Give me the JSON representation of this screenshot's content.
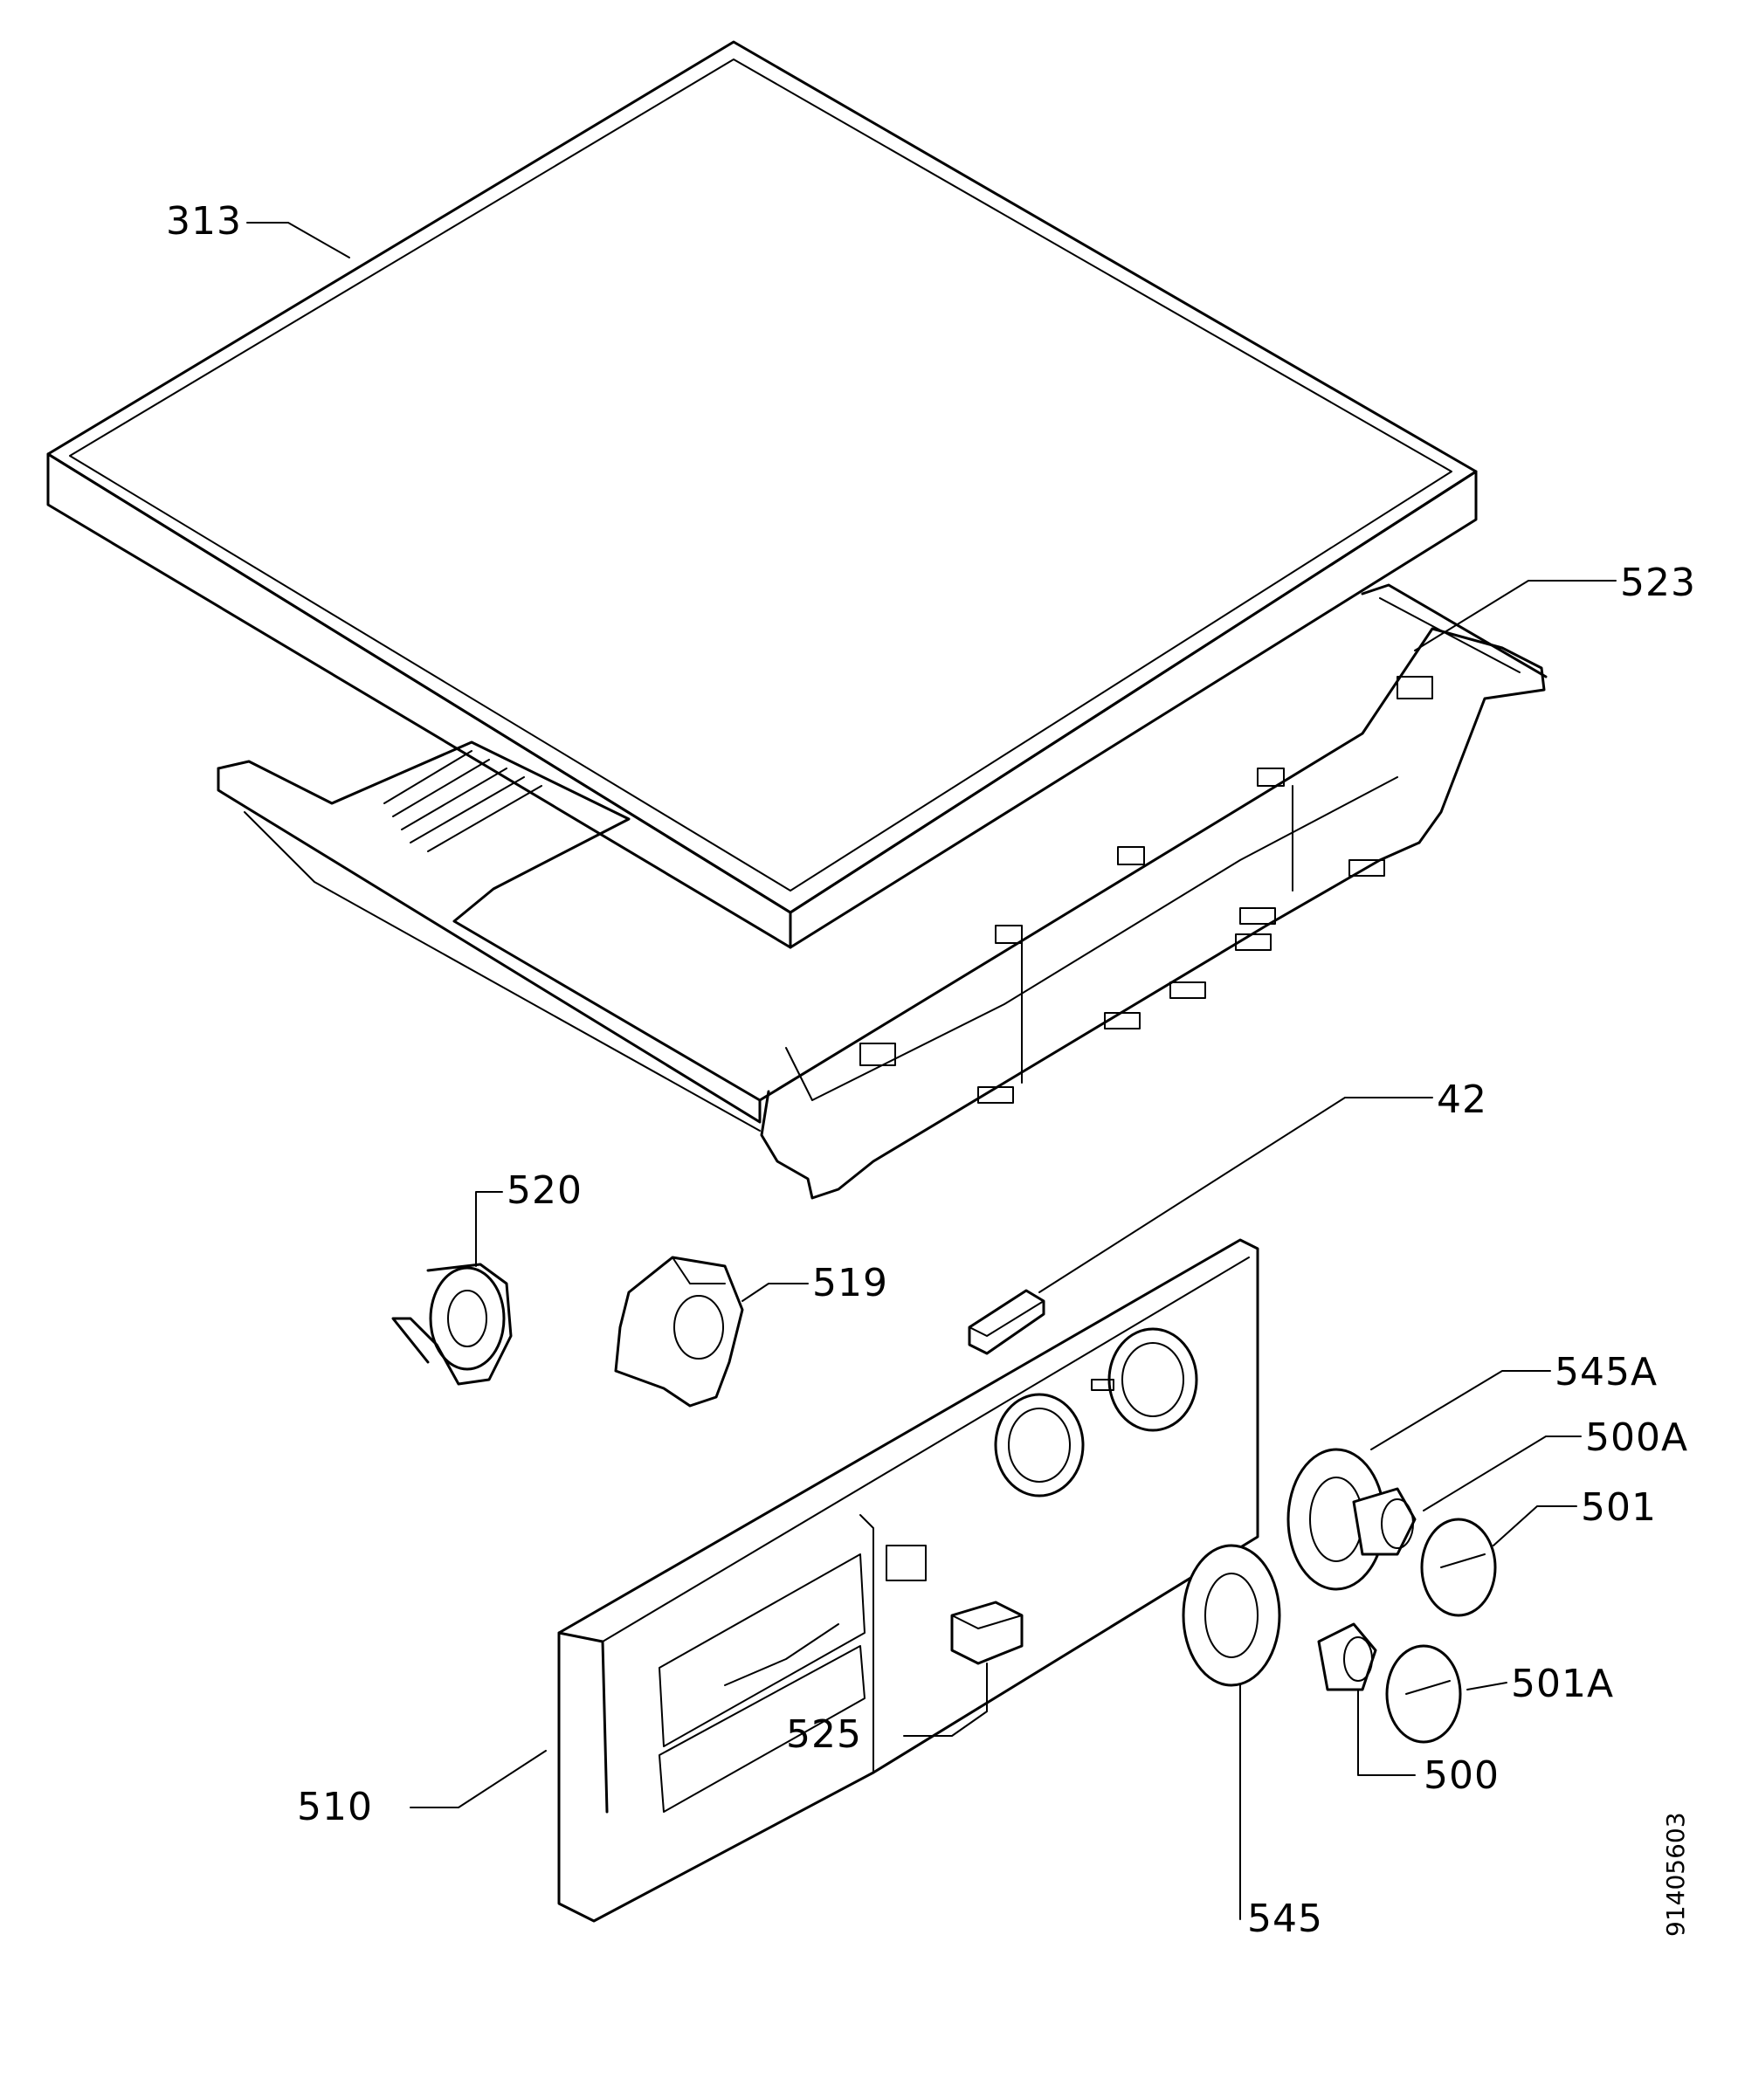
{
  "labels": {
    "l313": "313",
    "l523": "523",
    "l42": "42",
    "l520": "520",
    "l519": "519",
    "l545A": "545A",
    "l500A": "500A",
    "l501": "501",
    "l501A": "501A",
    "l525": "525",
    "l510": "510",
    "l500": "500",
    "l545": "545"
  },
  "drawing_number": "91405603"
}
